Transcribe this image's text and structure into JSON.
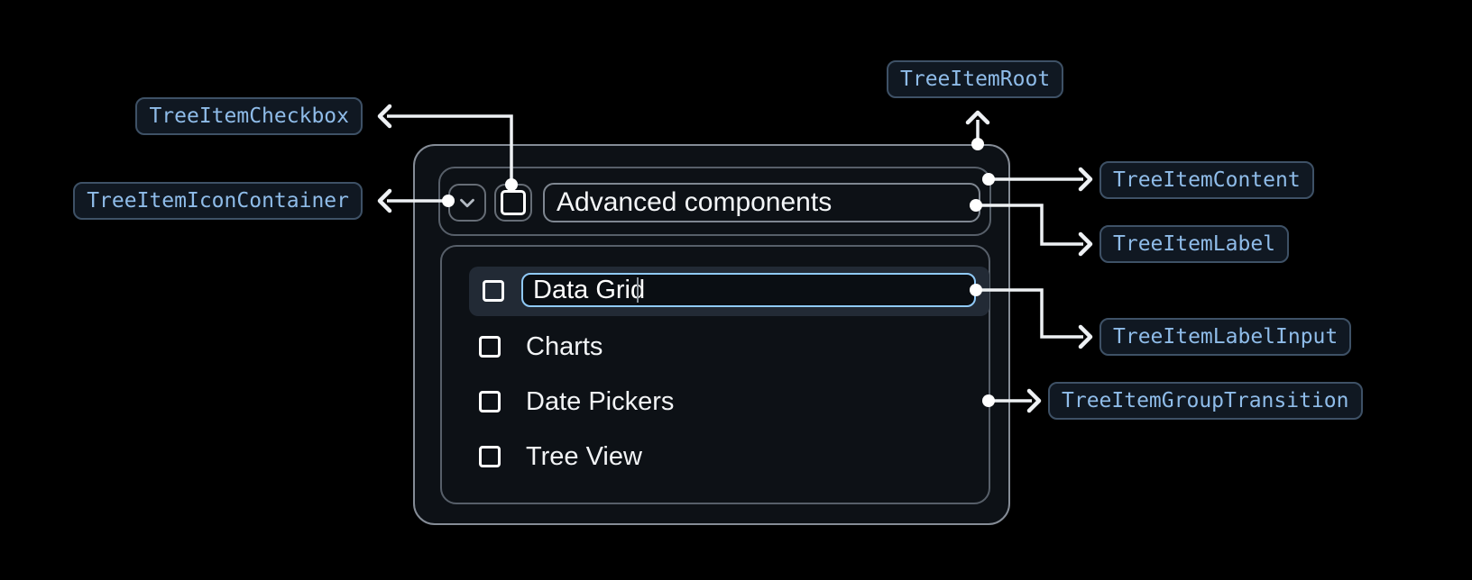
{
  "annotations": {
    "root": {
      "label": "TreeItemRoot"
    },
    "content": {
      "label": "TreeItemContent"
    },
    "checkbox": {
      "label": "TreeItemCheckbox"
    },
    "icon_container": {
      "label": "TreeItemIconContainer"
    },
    "label": {
      "label": "TreeItemLabel"
    },
    "label_input": {
      "label": "TreeItemLabelInput"
    },
    "group_transition": {
      "label": "TreeItemGroupTransition"
    }
  },
  "tree": {
    "parent": {
      "label": "Advanced components",
      "expanded": true,
      "checked": false
    },
    "editing_item": {
      "value": "Data Grid",
      "checked": false
    },
    "children": [
      {
        "label": "Charts",
        "checked": false
      },
      {
        "label": "Date Pickers",
        "checked": false
      },
      {
        "label": "Tree View",
        "checked": false
      }
    ]
  },
  "colors": {
    "accent_blue": "#90caf9",
    "chip_text": "#8fbce9",
    "chip_border": "#3e5166",
    "chip_background": "#101822",
    "connector": "#eef1f4",
    "panel_background": "#0d1116",
    "row_highlight": "#222a35"
  }
}
